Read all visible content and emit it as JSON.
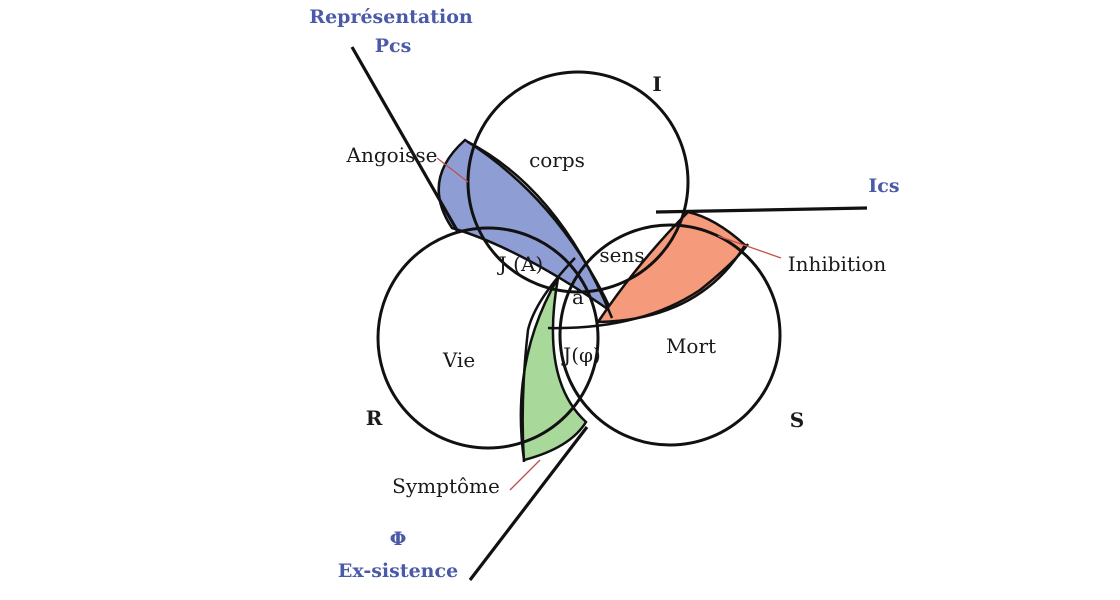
{
  "diagram": {
    "rings": {
      "imaginary": "I",
      "real": "R",
      "symbolic": "S"
    },
    "fields": {
      "top": "corps",
      "left": "Vie",
      "right": "Mort"
    },
    "intersections": {
      "ir": "J (A)",
      "is": "sens",
      "center": "a",
      "rs": "J(φ)"
    },
    "symptoms": {
      "blue": "Angoisse",
      "orange": "Inhibition",
      "green": "Symptôme"
    },
    "axes": {
      "top_line1": "Représentation",
      "top_line2": "Pcs",
      "right": "Ics",
      "bottom_line1": "Φ",
      "bottom_line2": "Ex-sistence"
    },
    "colors": {
      "blue_fill": "#8e9dd3",
      "orange_fill": "#f59a7a",
      "green_fill": "#a8d89a",
      "label_blue": "#4a5aa8"
    }
  }
}
